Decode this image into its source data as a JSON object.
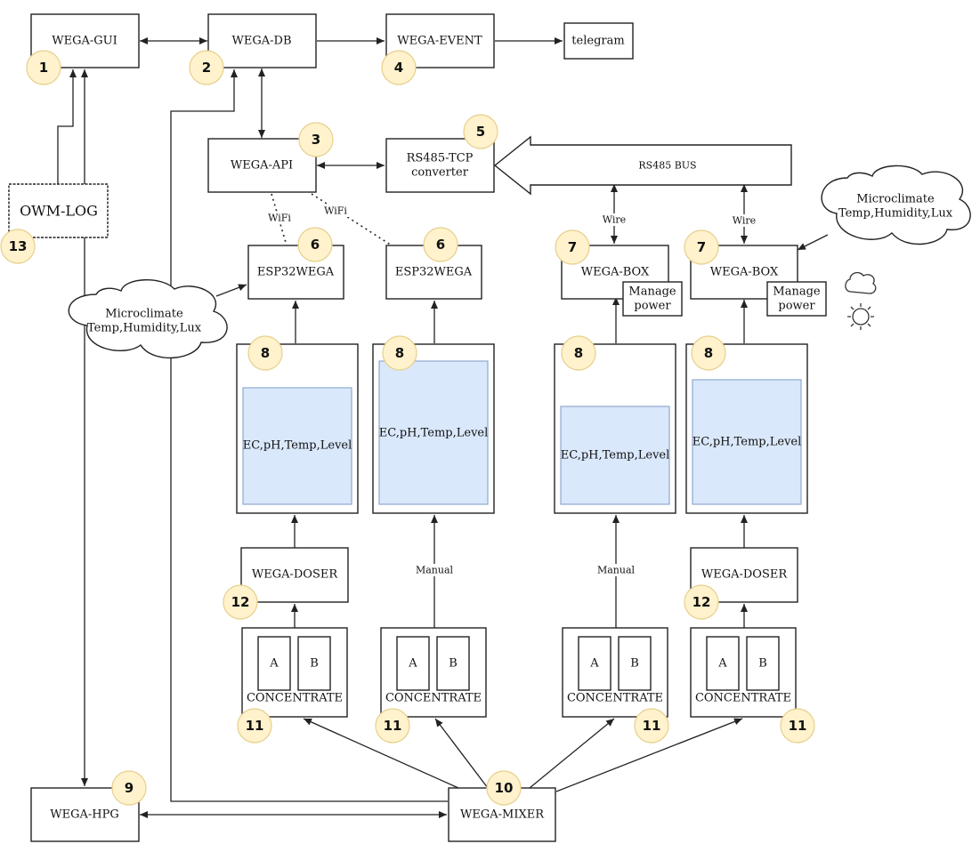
{
  "nodes": {
    "gui": "WEGA-GUI",
    "db": "WEGA-DB",
    "event": "WEGA-EVENT",
    "telegram": "telegram",
    "api": "WEGA-API",
    "rs485_line1": "RS485-TCP",
    "rs485_line2": "converter",
    "bus": "RS485 BUS",
    "owm": "OWM-LOG",
    "esp1": "ESP32WEGA",
    "esp2": "ESP32WEGA",
    "box1": "WEGA-BOX",
    "box2": "WEGA-BOX",
    "manage_line1": "Manage",
    "manage_line2": "power",
    "tank_text": "EC,pH,Temp,Level",
    "doser": "WEGA-DOSER",
    "concentrate": "CONCENTRATE",
    "conc_a": "A",
    "conc_b": "B",
    "hpg": "WEGA-HPG",
    "mixer": "WEGA-MIXER"
  },
  "clouds": {
    "line1": "Microclimate",
    "line2": "Temp,Humidity,Lux"
  },
  "edge_labels": {
    "wifi": "WiFi",
    "wire": "Wire",
    "manual": "Manual"
  },
  "badges": {
    "gui": "1",
    "db": "2",
    "api": "3",
    "event": "4",
    "rs485": "5",
    "esp1": "6",
    "esp2": "6",
    "box1": "7",
    "box2": "7",
    "tank1": "8",
    "tank2": "8",
    "tank3": "8",
    "tank4": "8",
    "hpg": "9",
    "mixer": "10",
    "conc1": "11",
    "conc2": "11",
    "conc3": "11",
    "conc4": "11",
    "doser1": "12",
    "doser2": "12",
    "owm": "13"
  },
  "colors": {
    "badge_fill": "#fff2cc",
    "tank_inner": "#dae8fc"
  },
  "icons": {
    "weather_cloud": "cloud-icon",
    "weather_sun": "sun-icon"
  }
}
